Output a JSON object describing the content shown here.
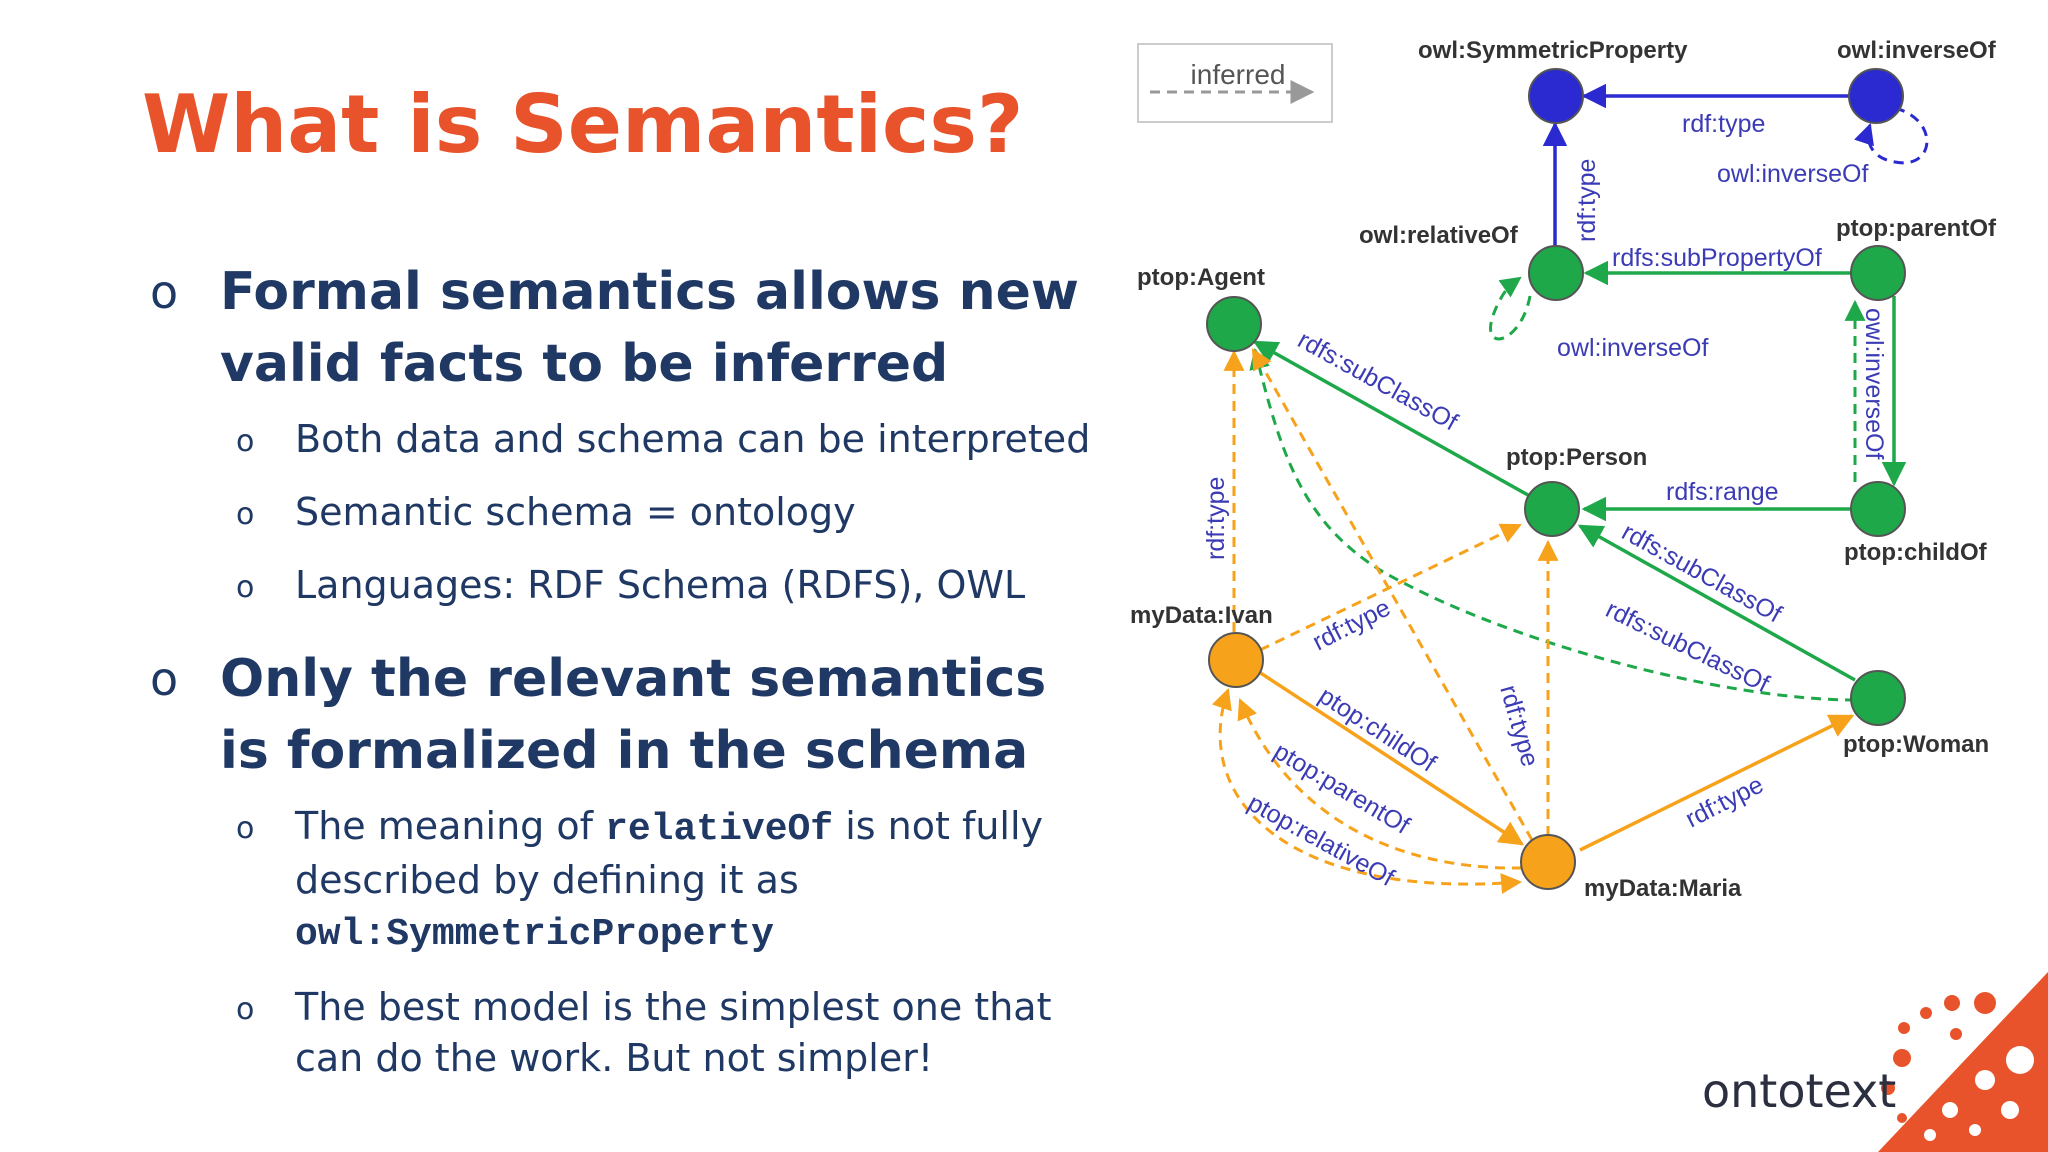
{
  "slide": {
    "title": "What is Semantics?",
    "bullet_marker": "o",
    "bullets": [
      {
        "text": "Formal semantics allows new valid facts to be inferred",
        "subs": [
          "Both data and schema can be interpreted",
          "Semantic schema = ontology",
          "Languages: RDF Schema (RDFS), OWL"
        ]
      },
      {
        "text": "Only the relevant semantics is formalized in the schema",
        "subs": [
          {
            "pre": "The meaning of ",
            "code1": "relativeOf",
            "mid": " is not fully described by defining it as",
            "code2": "owl:SymmetricProperty"
          },
          "The best model is the simplest one that can do the work. But not simpler!"
        ]
      }
    ]
  },
  "diagram": {
    "legend_label": "inferred",
    "nodes": {
      "symmetric": "owl:SymmetricProperty",
      "inverseof": "owl:inverseOf",
      "relativeof": "owl:relativeOf",
      "parentof": "ptop:parentOf",
      "agent": "ptop:Agent",
      "person": "ptop:Person",
      "childof": "ptop:childOf",
      "ivan": "myData:Ivan",
      "woman": "ptop:Woman",
      "maria": "myData:Maria"
    },
    "edge_labels": {
      "rdf_type": "rdf:type",
      "inverseof": "owl:inverseOf",
      "subpropertyof": "rdfs:subPropertyOf",
      "subclassof": "rdfs:subClassOf",
      "range": "rdfs:range",
      "childof": "ptop:childOf",
      "parentof": "ptop:parentOf",
      "relativeof": "ptop:relativeOf"
    },
    "colors": {
      "schema_node": "#1ea84a",
      "meta_node": "#2a2ad0",
      "instance_node": "#f7a21b",
      "edge_label": "#3b3bb5",
      "inferred": "#999999"
    }
  },
  "brand": {
    "name": "ontotext",
    "logo_color": "#e8532b"
  }
}
